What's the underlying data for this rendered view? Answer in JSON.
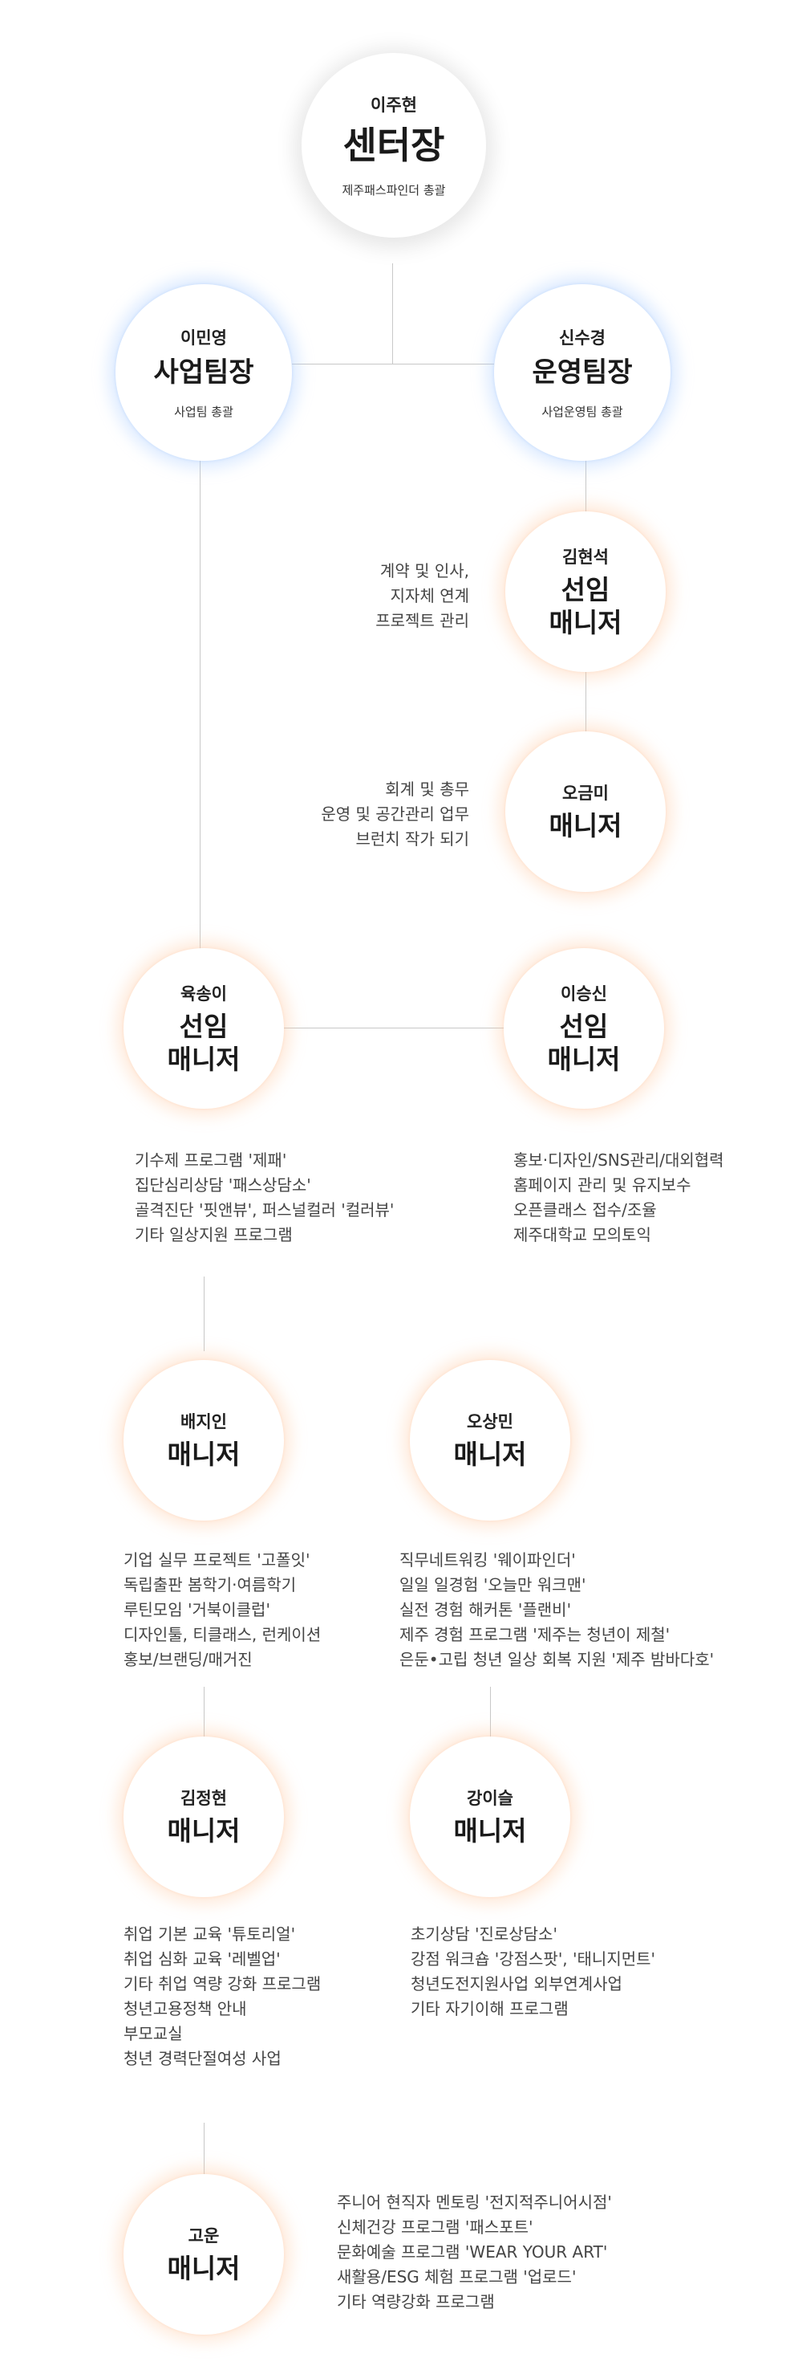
{
  "center": {
    "name": "이주현",
    "role": "센터장",
    "desc": "제주패스파인더 총괄"
  },
  "biz_lead": {
    "name": "이민영",
    "role": "사업팀장",
    "desc": "사업팀 총괄"
  },
  "ops_lead": {
    "name": "신수경",
    "role": "운영팀장",
    "desc": "사업운영팀 총괄"
  },
  "kim_hyunseok": {
    "name": "김현석",
    "role_line1": "선임",
    "role_line2": "매니저",
    "duties": [
      "계약 및 인사,",
      "지자체 연계",
      "프로젝트 관리"
    ]
  },
  "oh_geummi": {
    "name": "오금미",
    "role": "매니저",
    "duties": [
      "회계 및 총무",
      "운영 및 공간관리 업무",
      "브런치 작가 되기"
    ]
  },
  "yuk_songi": {
    "name": "육송이",
    "role_line1": "선임",
    "role_line2": "매니저",
    "duties": [
      "기수제 프로그램 '제패'",
      "집단심리상담 '패스상담소'",
      "골격진단 '핏앤뷰', 퍼스널컬러 '컬러뷰'",
      "기타 일상지원 프로그램"
    ]
  },
  "lee_seungsin": {
    "name": "이승신",
    "role_line1": "선임",
    "role_line2": "매니저",
    "duties": [
      "홍보·디자인/SNS관리/대외협력",
      "홈페이지 관리 및 유지보수",
      "오픈클래스 접수/조율",
      "제주대학교 모의토익"
    ]
  },
  "bae_jiin": {
    "name": "배지인",
    "role": "매니저",
    "duties": [
      "기업 실무 프로젝트 '고폴잇'",
      "독립출판 봄학기·여름학기",
      "루틴모임 '거북이클럽'",
      "디자인툴, 티클래스, 런케이션",
      "홍보/브랜딩/매거진"
    ]
  },
  "oh_sangmin": {
    "name": "오상민",
    "role": "매니저",
    "duties": [
      "직무네트워킹 '웨이파인더'",
      "일일 일경험 '오늘만 워크맨'",
      "실전 경험 해커톤 '플랜비'",
      "제주 경험 프로그램 '제주는 청년이 제철'",
      "은둔•고립 청년 일상 회복 지원 '제주 밤바다호'"
    ]
  },
  "kim_junghyun": {
    "name": "김정현",
    "role": "매니저",
    "duties": [
      "취업 기본 교육 '튜토리얼'",
      "취업 심화 교육 '레벨업'",
      "기타 취업 역량 강화 프로그램",
      "청년고용정책 안내",
      "부모교실",
      "청년 경력단절여성 사업"
    ]
  },
  "kang_iseul": {
    "name": "강이슬",
    "role": "매니저",
    "duties": [
      "초기상담 '진로상담소'",
      "강점 워크숍 '강점스팟', '태니지먼트'",
      "청년도전지원사업 외부연계사업",
      "기타 자기이해 프로그램"
    ]
  },
  "go_un": {
    "name": "고운",
    "role": "매니저",
    "duties": [
      "주니어 현직자 멘토링 '전지적주니어시점'",
      "신체건강 프로그램 '패스포트'",
      "문화예술 프로그램 'WEAR YOUR ART'",
      "새활용/ESG 체험 프로그램 '업로드'",
      "기타 역량강화 프로그램"
    ]
  }
}
